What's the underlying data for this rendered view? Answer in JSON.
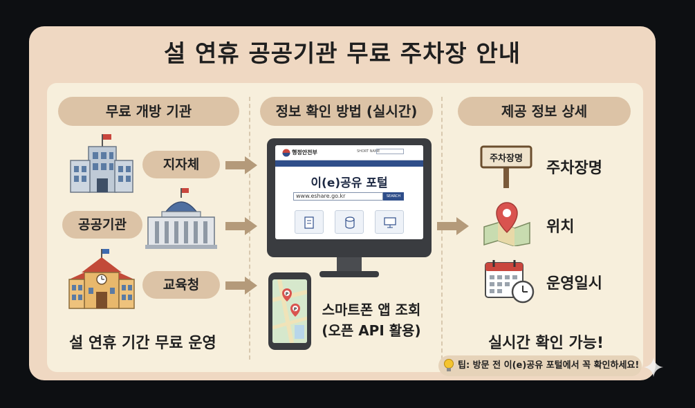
{
  "title": "설 연휴 공공기관 무료 주차장 안내",
  "columns": {
    "left": {
      "header": "무료 개방 기관",
      "items": [
        "지자체",
        "공공기관",
        "교육청"
      ],
      "footer": "설 연휴 기간 무료 운영"
    },
    "middle": {
      "header": "정보 확인 방법 (실시간)",
      "portal": {
        "logo": "행정안전부",
        "search_label": "SHORT NAME",
        "title": "이(e)공유 포털",
        "url": "www.eshare.go.kr",
        "button": "SEARCH"
      },
      "phone_caption": [
        "스마트폰 앱 조회",
        "(오픈 API 활용)"
      ]
    },
    "right": {
      "header": "제공 정보 상세",
      "sign_label": "주차장명",
      "items": [
        "주차장명",
        "위치",
        "운영일시"
      ],
      "footer": "실시간 확인 가능!"
    }
  },
  "tip": "팁: 방문 전 이(e)공유 포털에서 꼭 확인하세요!",
  "colors": {
    "card": "#efd8c2",
    "inner": "#f7efdc",
    "pill": "#dcc3a6",
    "arrow": "#b49a7a",
    "portal_blue": "#2f4e8a",
    "pin_red": "#d9534f"
  },
  "icons": [
    "city-hall-icon",
    "capitol-building-icon",
    "school-building-icon",
    "computer-monitor-icon",
    "smartphone-map-icon",
    "signpost-icon",
    "map-pin-icon",
    "calendar-clock-icon",
    "lightbulb-icon",
    "sparkle-icon"
  ]
}
